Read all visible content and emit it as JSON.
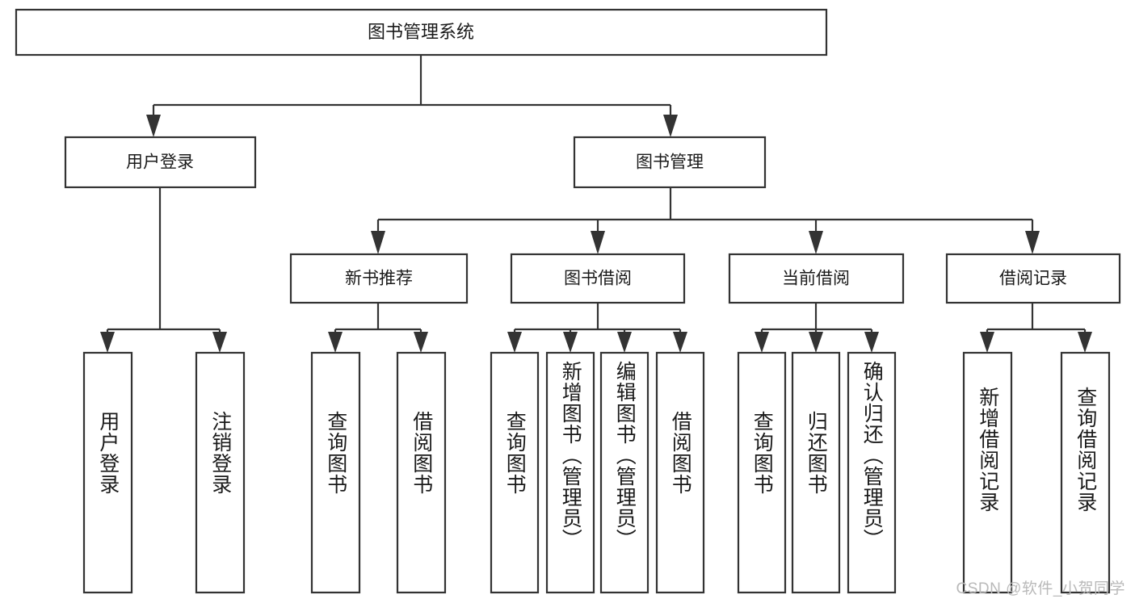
{
  "diagram": {
    "type": "tree",
    "title_node": {
      "id": "root",
      "label": "图书管理系统"
    },
    "level1": [
      {
        "id": "user-login",
        "label": "用户登录"
      },
      {
        "id": "book-management",
        "label": "图书管理"
      }
    ],
    "level2": [
      {
        "id": "new-book-recommend",
        "label": "新书推荐",
        "parent": "book-management"
      },
      {
        "id": "book-borrow",
        "label": "图书借阅",
        "parent": "book-management"
      },
      {
        "id": "current-borrow",
        "label": "当前借阅",
        "parent": "book-management"
      },
      {
        "id": "borrow-record",
        "label": "借阅记录",
        "parent": "book-management"
      }
    ],
    "leaves": [
      {
        "id": "leaf-user-login",
        "label": "用户登录",
        "parent": "user-login"
      },
      {
        "id": "leaf-logout-login",
        "label": "注销登录",
        "parent": "user-login"
      },
      {
        "id": "leaf-query-book-1",
        "label": "查询图书",
        "parent": "new-book-recommend"
      },
      {
        "id": "leaf-borrow-book-1",
        "label": "借阅图书",
        "parent": "new-book-recommend"
      },
      {
        "id": "leaf-query-book-2",
        "label": "查询图书",
        "parent": "book-borrow"
      },
      {
        "id": "leaf-add-book",
        "label": "新增图书（管理员）",
        "parent": "book-borrow"
      },
      {
        "id": "leaf-edit-book",
        "label": "编辑图书（管理员）",
        "parent": "book-borrow"
      },
      {
        "id": "leaf-borrow-book-2",
        "label": "借阅图书",
        "parent": "book-borrow"
      },
      {
        "id": "leaf-query-book-3",
        "label": "查询图书",
        "parent": "current-borrow"
      },
      {
        "id": "leaf-return-book",
        "label": "归还图书",
        "parent": "current-borrow"
      },
      {
        "id": "leaf-confirm-return",
        "label": "确认归还（管理员）",
        "parent": "current-borrow"
      },
      {
        "id": "leaf-add-record",
        "label": "新增借阅记录",
        "parent": "borrow-record"
      },
      {
        "id": "leaf-query-record",
        "label": "查询借阅记录",
        "parent": "borrow-record"
      }
    ]
  },
  "watermark": {
    "text": "CSDN @软件_小贺同学"
  },
  "colors": {
    "box_stroke": "#333333",
    "box_fill": "#ffffff",
    "text": "#1a1a1a",
    "watermark": "#b9b9b9",
    "background": "#ffffff"
  }
}
